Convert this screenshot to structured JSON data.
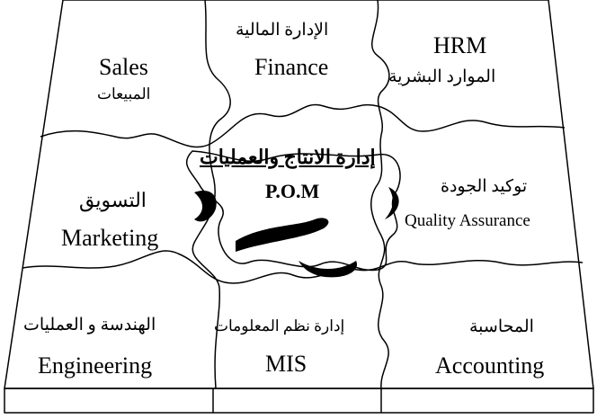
{
  "center": {
    "arabic": "إدارة الانتاج والعمليات",
    "english": "P.O.M"
  },
  "pieces": {
    "sales": {
      "english": "Sales",
      "arabic": "المبيعات"
    },
    "finance": {
      "arabic": "الإدارة المالية",
      "english": "Finance"
    },
    "hrm": {
      "english": "HRM",
      "arabic": "الموارد البشرية"
    },
    "quality": {
      "arabic": "توكيد الجودة",
      "english": "Quality Assurance"
    },
    "marketing": {
      "arabic": "التسويق",
      "english": "Marketing"
    },
    "engineering": {
      "arabic": "الهندسة و العمليات",
      "english": "Engineering"
    },
    "mis": {
      "arabic": "إدارة نظم المعلومات",
      "english": "MIS"
    },
    "accounting": {
      "arabic": "المحاسبة",
      "english": "Accounting"
    }
  },
  "colors": {
    "line": "#000000",
    "background": "#ffffff"
  }
}
